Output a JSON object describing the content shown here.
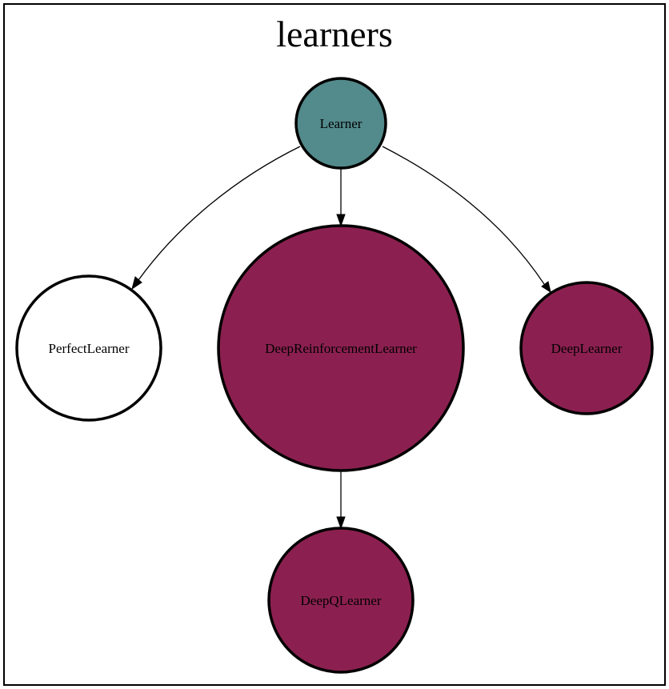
{
  "diagram": {
    "title": "learners",
    "nodes": [
      {
        "id": "learner",
        "label": "Learner",
        "fill": "#538a8b"
      },
      {
        "id": "perfect",
        "label": "PerfectLearner",
        "fill": "#ffffff"
      },
      {
        "id": "deep_rl",
        "label": "DeepReinforcementLearner",
        "fill": "#8b2050"
      },
      {
        "id": "deep",
        "label": "DeepLearner",
        "fill": "#8b2050"
      },
      {
        "id": "deep_q",
        "label": "DeepQLearner",
        "fill": "#8b2050"
      }
    ],
    "edges": [
      {
        "from": "learner",
        "to": "perfect"
      },
      {
        "from": "learner",
        "to": "deep_rl"
      },
      {
        "from": "learner",
        "to": "deep"
      },
      {
        "from": "deep_rl",
        "to": "deep_q"
      }
    ]
  }
}
